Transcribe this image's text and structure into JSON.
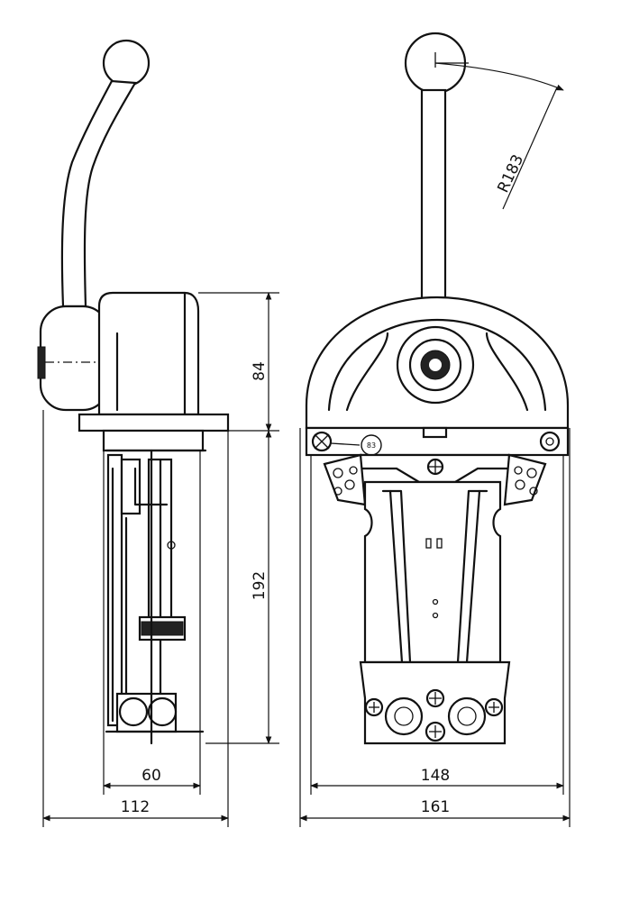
{
  "dimensions": {
    "side_height_upper": "84",
    "side_height_lower": "192",
    "side_width_inner": "60",
    "side_width_outer": "112",
    "front_width_inner": "148",
    "front_width_outer": "161",
    "lever_radius": "R183"
  },
  "callouts": {
    "screw_label": "83"
  }
}
